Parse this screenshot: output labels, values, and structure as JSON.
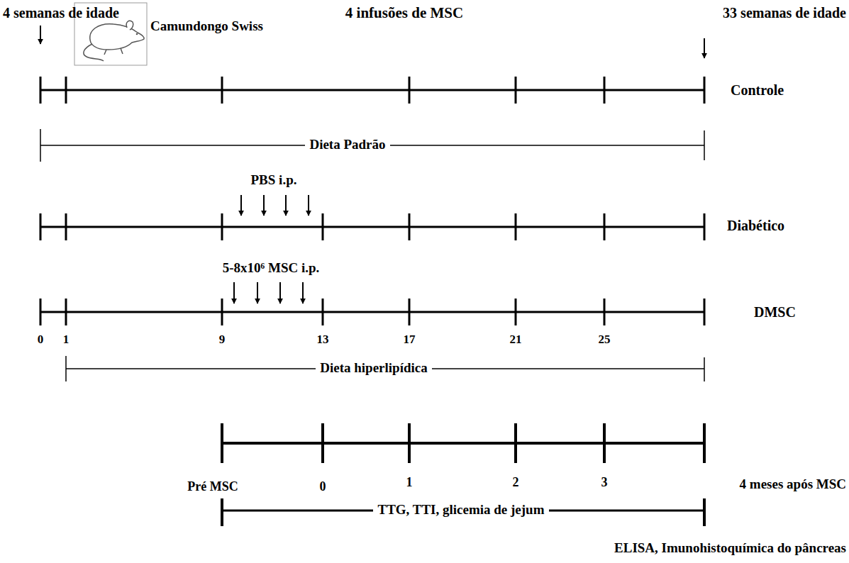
{
  "diagram": {
    "title": "4 infusões de MSC",
    "labels": [
      "4 semanas de idade",
      "33 semanas de idade",
      "Camundongo Swiss",
      "Controle",
      "Dieta Padrão",
      "PBS i.p.",
      "Diabético",
      "5-8x10⁶ MSC i.p.",
      "DMSC",
      "0",
      "1",
      "9",
      "13",
      "17",
      "21",
      "25",
      "Dieta hiperlipídica",
      "Pré MSC",
      "0",
      "1",
      "2",
      "3",
      "4 meses após MSC",
      "TTG, TTI, glicemia de jejum",
      "ELISA, Imunohistoquímica do pâncreas"
    ]
  }
}
